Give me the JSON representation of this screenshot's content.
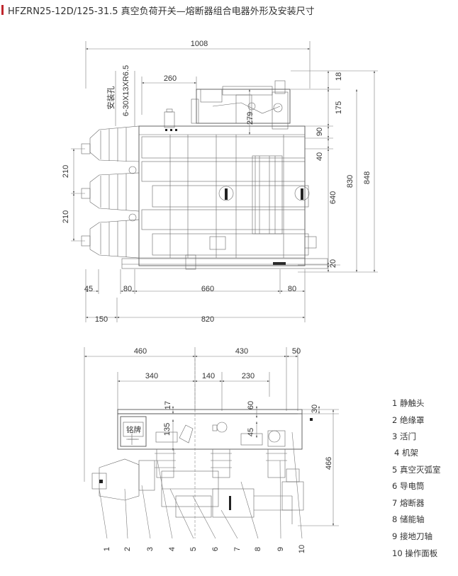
{
  "title": "HFZRN25-12D/125-31.5 真空负荷开关—熔断器组合电器外形及安装尺寸",
  "colors": {
    "accent": "#c0272d",
    "line": "#555555"
  },
  "front_view": {
    "mounting_note": "安装孔",
    "hole_spec": "6-30X13XR6.5",
    "dims": {
      "width_1008": "1008",
      "d_260": "260",
      "d_18": "18",
      "d_175": "175",
      "d_279": "279",
      "d_90": "90",
      "d_40": "40",
      "d_830": "830",
      "d_848": "848",
      "d_640": "640",
      "d_20": "20",
      "d_210_top": "210",
      "d_210_bottom": "210",
      "d_45": "45",
      "d_80_left": "80",
      "d_660": "660",
      "d_80_right": "80",
      "d_150": "150",
      "d_820": "820"
    }
  },
  "side_view": {
    "nameplate": "铭牌",
    "dims": {
      "d_460": "460",
      "d_430": "430",
      "d_50": "50",
      "d_340": "340",
      "d_140": "140",
      "d_230": "230",
      "d_17": "17",
      "d_60": "60",
      "d_30": "30",
      "d_135": "135",
      "d_45": "45",
      "d_466": "466"
    },
    "callouts": [
      "1",
      "2",
      "3",
      "4",
      "5",
      "6",
      "7",
      "8",
      "9",
      "10"
    ]
  },
  "legend": [
    "1 静触头",
    "2 绝缘罩",
    "3 活门",
    "4 机架",
    "5 真空灭弧室",
    "6 导电筒",
    "7 熔断器",
    "8 储能轴",
    "9 接地刀轴",
    "10 操作面板"
  ]
}
